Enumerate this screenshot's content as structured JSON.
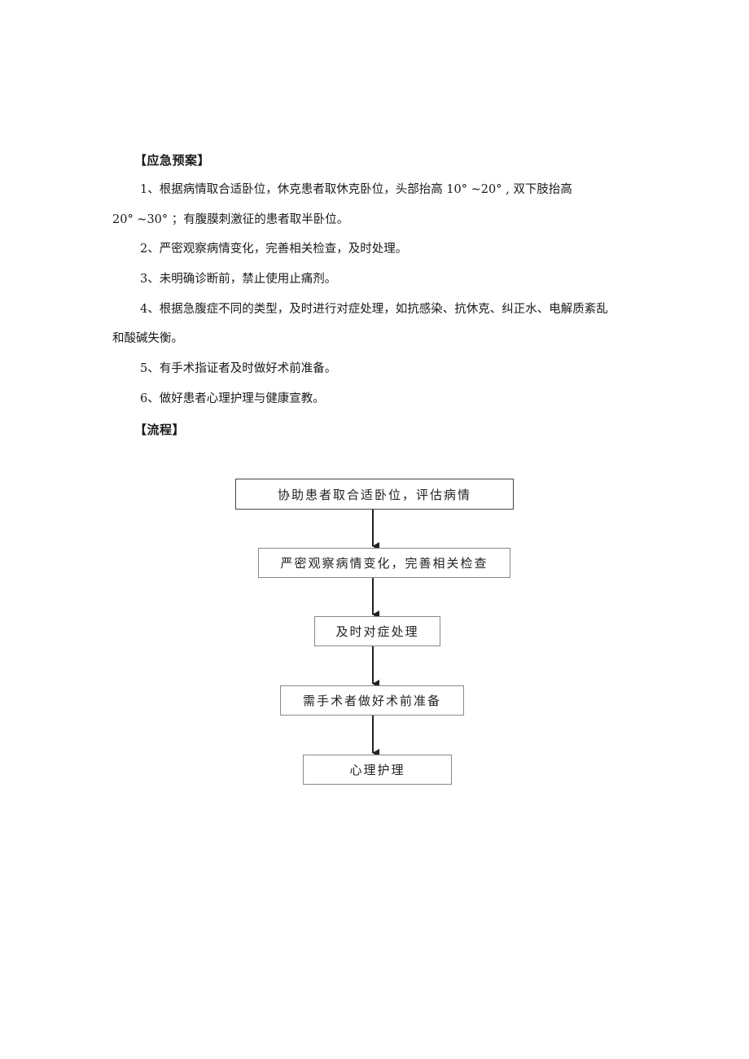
{
  "document": {
    "headings": {
      "plan": "【应急预案】",
      "flow": "【流程】"
    },
    "paragraphs": [
      {
        "id": "p1a",
        "text": "1、根据病情取合适卧位，休克患者取休克卧位，头部抬高 10° ~20° , 双下肢抬高"
      },
      {
        "id": "p1b",
        "text": "20° ~30° ；有腹膜刺激征的患者取半卧位。"
      },
      {
        "id": "p2",
        "text": "2、严密观察病情变化，完善相关检查，及时处理。"
      },
      {
        "id": "p3",
        "text": "3、未明确诊断前，禁止使用止痛剂。"
      },
      {
        "id": "p4a",
        "text": "4、根据急腹症不同的类型，及时进行对症处理，如抗感染、抗休克、纠正水、电解质紊乱"
      },
      {
        "id": "p4b",
        "text": "和酸碱失衡。"
      },
      {
        "id": "p5",
        "text": "5、有手术指证者及时做好术前准备。"
      },
      {
        "id": "p6",
        "text": "6、做好患者心理护理与健康宣教。"
      }
    ]
  },
  "flowchart": {
    "steps": [
      "协助患者取合适卧位，评估病情",
      "严密观察病情变化，完善相关检查",
      "及时对症处理",
      "需手术者做好术前准备",
      "心理护理"
    ],
    "arrow_color": "#222222",
    "box_border_color": "#444444"
  }
}
